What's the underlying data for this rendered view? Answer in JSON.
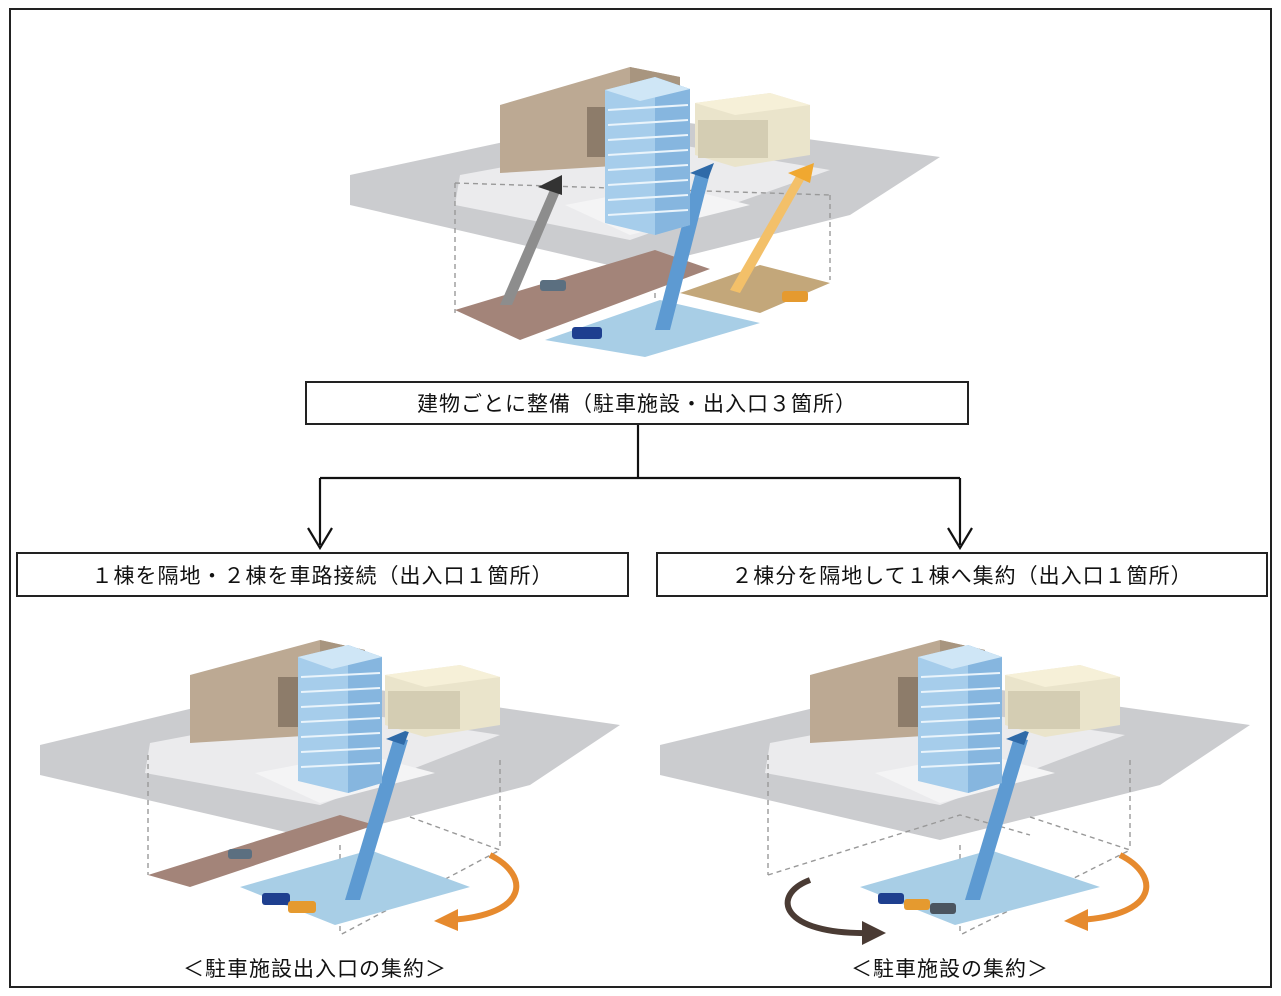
{
  "top_label": "建物ごとに整備（駐車施設・出入口３箇所）",
  "left_label": "１棟を隔地・２棟を車路接続（出入口１箇所）",
  "right_label": "２棟分を隔地して１棟へ集約（出入口１箇所）",
  "left_caption": "＜駐車施設出入口の集約＞",
  "right_caption": "＜駐車施設の集約＞",
  "colors": {
    "ground": "#c9cacc",
    "plaza": "#e6e6e8",
    "brown_building": "#bba992",
    "tower": "#9cc6e6",
    "cream_building": "#e8e2c8",
    "basement_brown": "#a38478",
    "basement_blue": "#a9cfe6",
    "basement_tan": "#c2a878",
    "arrow_gray": "#8b8b8b",
    "arrow_blue": "#4a88c6",
    "arrow_orange": "#f0b040",
    "curve_orange": "#e68a2e",
    "curve_dark": "#4a3b34"
  }
}
